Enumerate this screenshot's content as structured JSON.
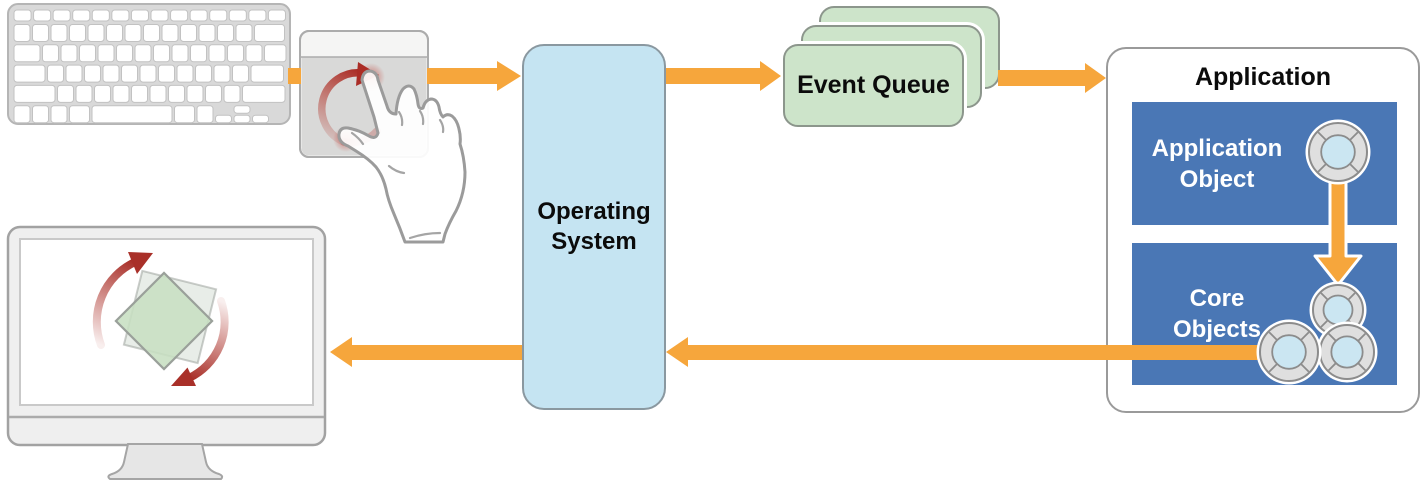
{
  "diagram_type": "event-flow-diagram",
  "nodes": {
    "operating_system": {
      "label": "Operating System",
      "fill": "#C5E4F2"
    },
    "event_queue": {
      "label": "Event Queue",
      "fill": "#CDE4CA",
      "stacked_cards": 3
    },
    "application": {
      "title": "Application",
      "application_object": {
        "label": "Application Object",
        "fill": "#4A77B5",
        "object_icon_count": 1
      },
      "core_objects": {
        "label": "Core Objects",
        "fill": "#4A77B5",
        "object_icon_count": 3
      }
    }
  },
  "illustrations": {
    "input_device": "keyboard-icon",
    "touch_device": "trackpad-icon",
    "gesture": "rotate-gesture-icon",
    "pointer": "two-finger-hand-icon",
    "display": "monitor-icon",
    "screen_content": "rotating-square-icon",
    "object_badge": "life-buoy-object-icon"
  },
  "flow": [
    {
      "from": "keyboard / trackpad",
      "to": "Operating System"
    },
    {
      "from": "Operating System",
      "to": "Event Queue"
    },
    {
      "from": "Event Queue",
      "to": "Application"
    },
    {
      "from": "Application Object",
      "to": "Core Objects"
    },
    {
      "from": "Core Objects",
      "to": "Operating System"
    },
    {
      "from": "Operating System",
      "to": "display"
    }
  ],
  "colors": {
    "arrow_orange": "#F6A63C",
    "node_blue": "#4A77B5",
    "event_green": "#CDE4CA",
    "os_blue": "#C5E4F2",
    "gesture_red": "#B3382E",
    "outline_gray": "#9A9A9A",
    "device_gray": "#D9D9D9"
  }
}
